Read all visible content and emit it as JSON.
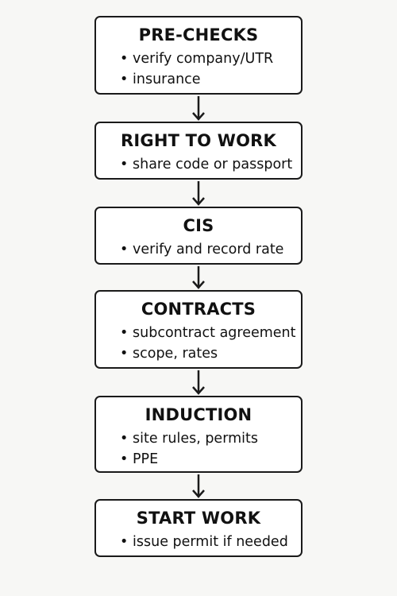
{
  "steps": [
    {
      "title": "PRE-CHECKS",
      "items": [
        "verify company/UTR",
        "insurance"
      ]
    },
    {
      "title": "RIGHT TO WORK",
      "items": [
        "share code or passport"
      ]
    },
    {
      "title": "CIS",
      "items": [
        "verify and record rate"
      ]
    },
    {
      "title": "CONTRACTS",
      "items": [
        "subcontract agreement",
        "scope, rates"
      ]
    },
    {
      "title": "INDUCTION",
      "items": [
        "site rules, permits",
        "PPE"
      ]
    },
    {
      "title": "START WORK",
      "items": [
        "issue permit if needed"
      ]
    }
  ]
}
